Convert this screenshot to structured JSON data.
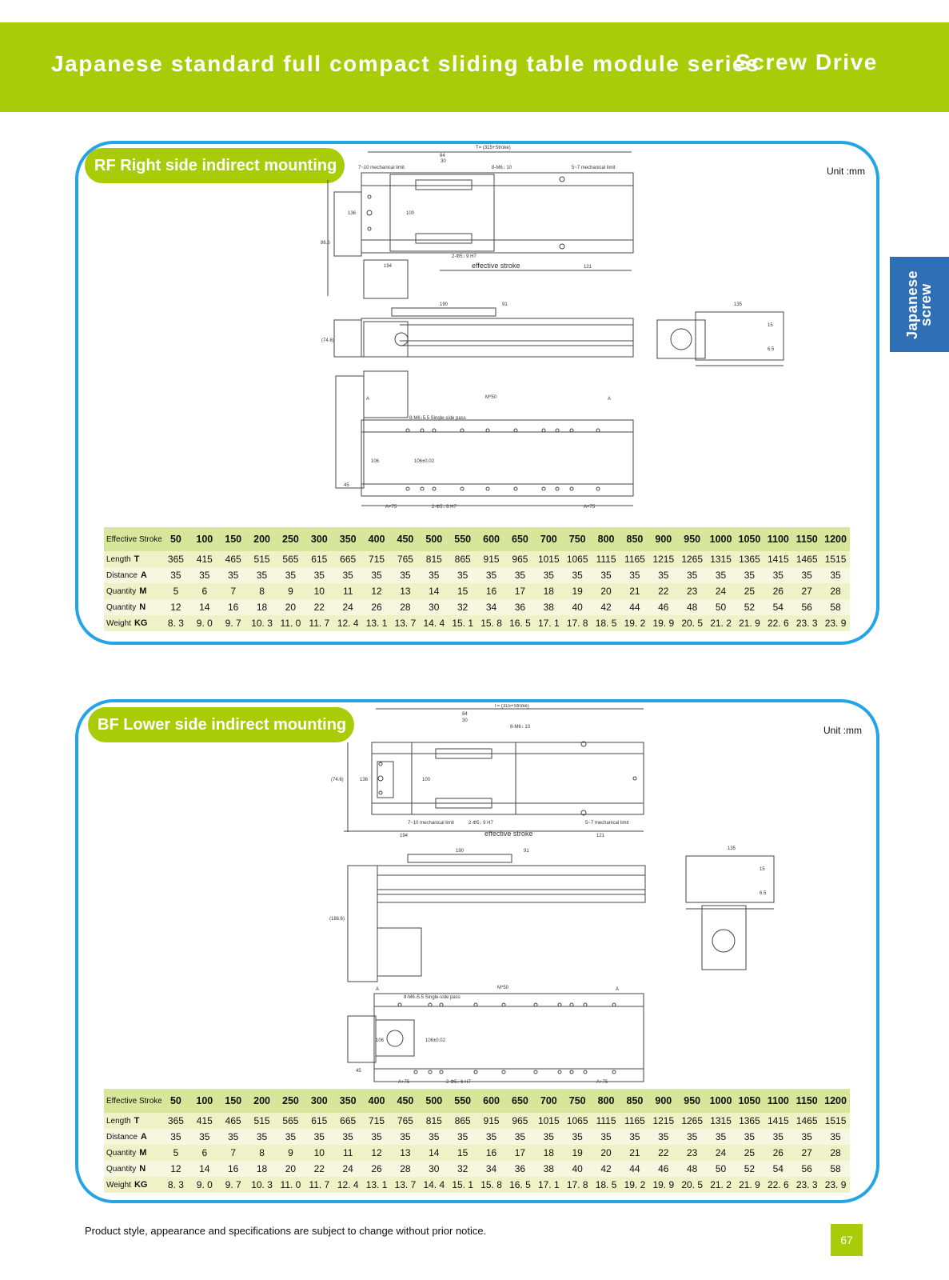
{
  "header": {
    "title": "Japanese standard full compact sliding table module series",
    "subtitle": "Screw Drive"
  },
  "side_tab": {
    "label": "Japanese\nscrew"
  },
  "sections": [
    {
      "code_title": "RF  Right side indirect mounting",
      "unit": "Unit :mm",
      "drawing_labels": {
        "total": "T= (315+Stroke)",
        "dim_84": "84",
        "dim_30": "30",
        "limit_left": "7~10 mechanical limit",
        "limit_right": "5~7 mechanical limit",
        "bolt": "8-M6↓ 10",
        "dim_136": "136",
        "dim_100": "100",
        "dim_86": "86.6",
        "dim_194": "194",
        "dowel": "2-Φ5↓ 9 H7",
        "effective_stroke": "effective stroke",
        "dim_121": "121",
        "dim_190": "190",
        "dim_91": "91",
        "dim_746": "(74.6)",
        "dim_135": "135",
        "dim_15": "15",
        "dim_65": "6.5",
        "single_side": "8-M6↓5.5 Single-side pass",
        "pitch": "M*50",
        "mark_a": "A",
        "dim_106": "106",
        "tolerance": "106±0.02",
        "dowel2": "2-Φ5↓ 6 H7",
        "dim_45": "45",
        "a75": "A+75"
      },
      "table": {
        "stroke_label": "Effective Stroke",
        "strokes": [
          "50",
          "100",
          "150",
          "200",
          "250",
          "300",
          "350",
          "400",
          "450",
          "500",
          "550",
          "600",
          "650",
          "700",
          "750",
          "800",
          "850",
          "900",
          "950",
          "1000",
          "1050",
          "1100",
          "1150",
          "1200"
        ],
        "rows": [
          {
            "label": "Length",
            "sym": "T",
            "values": [
              "365",
              "415",
              "465",
              "515",
              "565",
              "615",
              "665",
              "715",
              "765",
              "815",
              "865",
              "915",
              "965",
              "1015",
              "1065",
              "1115",
              "1165",
              "1215",
              "1265",
              "1315",
              "1365",
              "1415",
              "1465",
              "1515"
            ]
          },
          {
            "label": "Distance",
            "sym": "A",
            "values": [
              "35",
              "35",
              "35",
              "35",
              "35",
              "35",
              "35",
              "35",
              "35",
              "35",
              "35",
              "35",
              "35",
              "35",
              "35",
              "35",
              "35",
              "35",
              "35",
              "35",
              "35",
              "35",
              "35",
              "35"
            ]
          },
          {
            "label": "Quantity",
            "sym": "M",
            "values": [
              "5",
              "6",
              "7",
              "8",
              "9",
              "10",
              "11",
              "12",
              "13",
              "14",
              "15",
              "16",
              "17",
              "18",
              "19",
              "20",
              "21",
              "22",
              "23",
              "24",
              "25",
              "26",
              "27",
              "28"
            ]
          },
          {
            "label": "Quantity",
            "sym": "N",
            "values": [
              "12",
              "14",
              "16",
              "18",
              "20",
              "22",
              "24",
              "26",
              "28",
              "30",
              "32",
              "34",
              "36",
              "38",
              "40",
              "42",
              "44",
              "46",
              "48",
              "50",
              "52",
              "54",
              "56",
              "58"
            ]
          },
          {
            "label": "Weight",
            "sym": "KG",
            "values": [
              "8. 3",
              "9. 0",
              "9. 7",
              "10. 3",
              "11. 0",
              "11. 7",
              "12. 4",
              "13. 1",
              "13. 7",
              "14. 4",
              "15. 1",
              "15. 8",
              "16. 5",
              "17. 1",
              "17. 8",
              "18. 5",
              "19. 2",
              "19. 9",
              "20. 5",
              "21. 2",
              "21. 9",
              "22. 6",
              "23. 3",
              "23. 9"
            ]
          }
        ]
      }
    },
    {
      "code_title": "BF  Lower side indirect mounting",
      "unit": "Unit :mm",
      "drawing_labels": {
        "total": "T= (315+Stroke)",
        "dim_84": "84",
        "dim_30": "30",
        "bolt": "8-M6↓ 10",
        "dim_746": "(74.6)",
        "dim_136": "136",
        "dim_100": "100",
        "limit_left": "7~10 mechanical limit",
        "dowel": "2-Φ5↓ 9 H7",
        "limit_right": "5~7 mechanical limit",
        "dim_194": "194",
        "effective_stroke": "effective stroke",
        "dim_121": "121",
        "dim_190": "190",
        "dim_91": "91",
        "dim_135": "135",
        "dim_1866": "(186.6)",
        "dim_15": "15",
        "dim_65": "6.5",
        "pitch": "M*50",
        "mark_a": "A",
        "single_side": "8-M6↓5.5 Single-side pass",
        "dim_106": "106",
        "tolerance": "106±0.02",
        "dim_45": "45",
        "a75": "A+75",
        "dowel2": "2-Φ5↓ 6 H7"
      },
      "table": {
        "stroke_label": "Effective Stroke",
        "strokes": [
          "50",
          "100",
          "150",
          "200",
          "250",
          "300",
          "350",
          "400",
          "450",
          "500",
          "550",
          "600",
          "650",
          "700",
          "750",
          "800",
          "850",
          "900",
          "950",
          "1000",
          "1050",
          "1100",
          "1150",
          "1200"
        ],
        "rows": [
          {
            "label": "Length",
            "sym": "T",
            "values": [
              "365",
              "415",
              "465",
              "515",
              "565",
              "615",
              "665",
              "715",
              "765",
              "815",
              "865",
              "915",
              "965",
              "1015",
              "1065",
              "1115",
              "1165",
              "1215",
              "1265",
              "1315",
              "1365",
              "1415",
              "1465",
              "1515"
            ]
          },
          {
            "label": "Distance",
            "sym": "A",
            "values": [
              "35",
              "35",
              "35",
              "35",
              "35",
              "35",
              "35",
              "35",
              "35",
              "35",
              "35",
              "35",
              "35",
              "35",
              "35",
              "35",
              "35",
              "35",
              "35",
              "35",
              "35",
              "35",
              "35",
              "35"
            ]
          },
          {
            "label": "Quantity",
            "sym": "M",
            "values": [
              "5",
              "6",
              "7",
              "8",
              "9",
              "10",
              "11",
              "12",
              "13",
              "14",
              "15",
              "16",
              "17",
              "18",
              "19",
              "20",
              "21",
              "22",
              "23",
              "24",
              "25",
              "26",
              "27",
              "28"
            ]
          },
          {
            "label": "Quantity",
            "sym": "N",
            "values": [
              "12",
              "14",
              "16",
              "18",
              "20",
              "22",
              "24",
              "26",
              "28",
              "30",
              "32",
              "34",
              "36",
              "38",
              "40",
              "42",
              "44",
              "46",
              "48",
              "50",
              "52",
              "54",
              "56",
              "58"
            ]
          },
          {
            "label": "Weight",
            "sym": "KG",
            "values": [
              "8. 3",
              "9. 0",
              "9. 7",
              "10. 3",
              "11. 0",
              "11. 7",
              "12. 4",
              "13. 1",
              "13. 7",
              "14. 4",
              "15. 1",
              "15. 8",
              "16. 5",
              "17. 1",
              "17. 8",
              "18. 5",
              "19. 2",
              "19. 9",
              "20. 5",
              "21. 2",
              "21. 9",
              "22. 6",
              "23. 3",
              "23. 9"
            ]
          }
        ]
      }
    }
  ],
  "footer": {
    "notice": "Product style, appearance and specifications are subject to change without prior notice.",
    "page_number": "67"
  },
  "colors": {
    "accent_green": "#a8cd08",
    "frame_blue": "#23a4e6",
    "tab_blue": "#2f6fb5",
    "table_header": "#d7e69a",
    "table_body": "#eff2c6"
  }
}
